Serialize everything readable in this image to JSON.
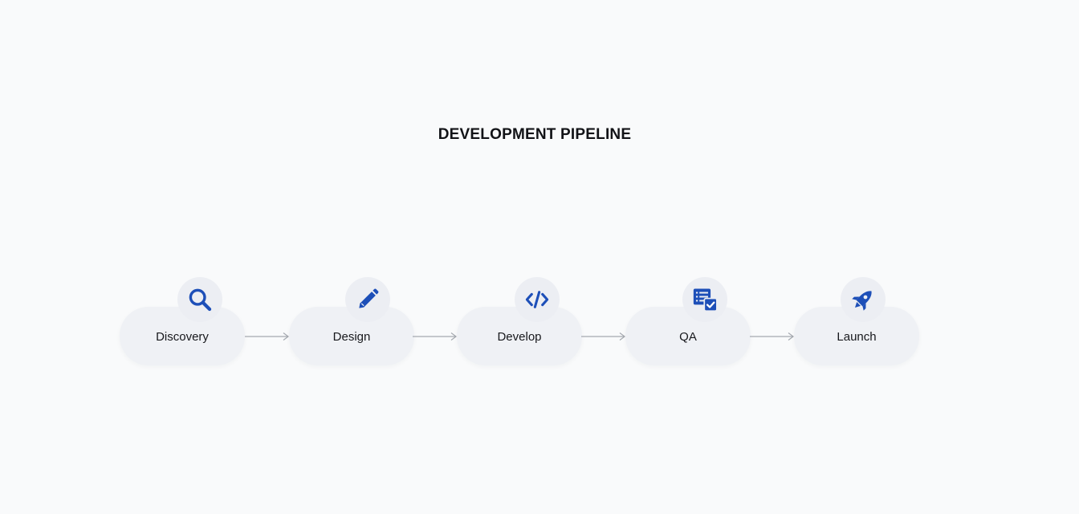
{
  "diagram": {
    "title": "DEVELOPMENT PIPELINE",
    "steps": [
      {
        "label": "Discovery",
        "icon": "magnifier-icon"
      },
      {
        "label": "Design",
        "icon": "pencil-icon"
      },
      {
        "label": "Develop",
        "icon": "code-brackets-icon"
      },
      {
        "label": "QA",
        "icon": "checklist-icon"
      },
      {
        "label": "Launch",
        "icon": "rocket-icon"
      }
    ],
    "connector": "arrow",
    "colors": {
      "background": "#f9fafb",
      "node_fill": "#eff1f5",
      "icon_accent": "#1d4fb8",
      "text": "#17181c",
      "arrow": "#a5a9b0"
    }
  }
}
